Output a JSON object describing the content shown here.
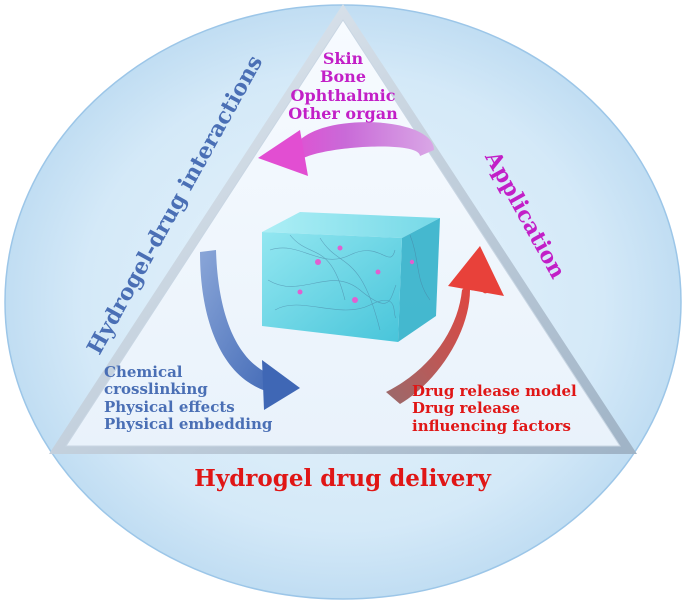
{
  "labels": {
    "side_left": "Hydrogel-drug interactions",
    "side_right": "Application",
    "bottom": "Hydrogel drug delivery",
    "organs": [
      "Skin",
      "Bone",
      "Ophthalmic",
      "Other organ"
    ],
    "interactions": [
      "Chemical",
      "crosslinking",
      "Physical effects",
      "Physical embedding"
    ],
    "release": [
      "Drug release model",
      "Drug release",
      "influencing factors"
    ]
  },
  "colors": {
    "interactions_text": "#4a6fb5",
    "application_text": "#c21fc7",
    "release_text": "#e01616",
    "ellipse": "#cfe5f7",
    "cube": "#6fd7e6"
  }
}
